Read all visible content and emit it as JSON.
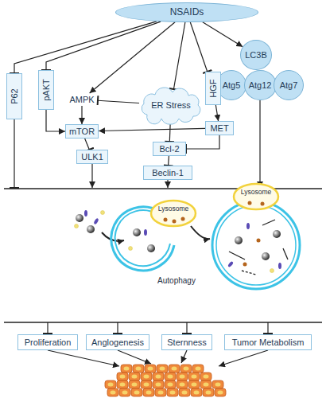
{
  "diagram": {
    "nodes": [
      {
        "text": [
          "NSAIDs"
        ]
      },
      {
        "text": [
          "LC3B"
        ]
      },
      {
        "text": [
          "Atg5"
        ]
      },
      {
        "text": [
          "Atg12"
        ]
      },
      {
        "text": [
          "Atg7"
        ]
      },
      {
        "text": [
          "P62"
        ]
      },
      {
        "text": [
          "pAKT"
        ]
      },
      {
        "text": [
          "AMPK"
        ]
      },
      {
        "text": [
          "ER Stress"
        ]
      },
      {
        "text": [
          "HGF"
        ]
      },
      {
        "text": [
          "MET"
        ]
      },
      {
        "text": [
          "mTOR"
        ]
      },
      {
        "text": [
          "Bcl-2"
        ]
      },
      {
        "text": [
          "ULK1"
        ]
      },
      {
        "text": [
          "Beclin-1"
        ]
      },
      {
        "text": [
          "Proliferation"
        ]
      },
      {
        "text": [
          "Anglogenesis"
        ]
      },
      {
        "text": [
          "Sternness"
        ]
      },
      {
        "text": [
          "Tumor Metabolism"
        ]
      }
    ],
    "edges": [
      {
        "from": 0,
        "to": 5,
        "arrow": "to"
      },
      {
        "from": 0,
        "to": 6,
        "arrow": "to"
      },
      {
        "from": 0,
        "to": 7,
        "arrow": "to"
      },
      {
        "from": 0,
        "to": 8,
        "arrow": "to"
      },
      {
        "from": 0,
        "to": 9,
        "arrow": "to"
      },
      {
        "from": 0,
        "to": 1,
        "arrow": "to"
      },
      {
        "from": 6,
        "to": 11,
        "arrow": "to"
      },
      {
        "from": 7,
        "to": 11,
        "arrow": "to"
      },
      {
        "from": 8,
        "to": 7,
        "arrow": "to"
      },
      {
        "from": 8,
        "to": 12,
        "arrow": "to"
      },
      {
        "from": 9,
        "to": 10,
        "arrow": "to"
      },
      {
        "from": 10,
        "to": 11,
        "arrow": "to"
      },
      {
        "from": 10,
        "to": 12,
        "arrow": "to"
      },
      {
        "from": 11,
        "to": 13,
        "arrow": "to"
      },
      {
        "from": 12,
        "to": 14,
        "arrow": "to"
      }
    ],
    "labels": [
      "Lysosome",
      "Lysosome",
      "Autophagy"
    ]
  }
}
